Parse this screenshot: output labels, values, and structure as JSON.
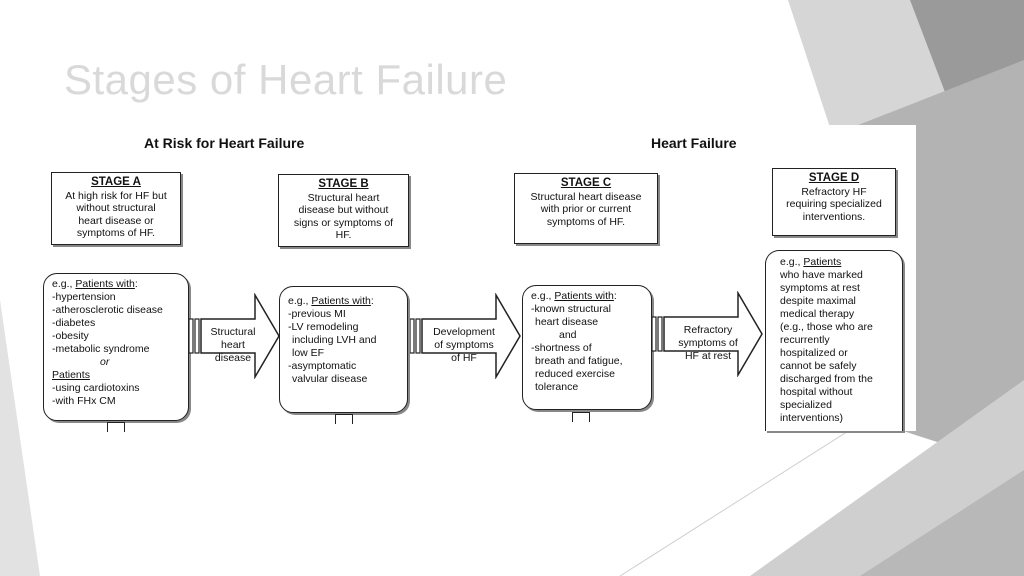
{
  "slide": {
    "title": "Stages of Heart Failure"
  },
  "headings": {
    "at_risk": "At Risk for Heart Failure",
    "heart_failure": "Heart Failure"
  },
  "stages": [
    {
      "name": "STAGE A",
      "lines": [
        "At high risk for HF but",
        "without structural",
        "heart disease or",
        "symptoms of HF."
      ]
    },
    {
      "name": "STAGE B",
      "lines": [
        "Structural heart",
        "disease but without",
        "signs or  symptoms of",
        "HF."
      ]
    },
    {
      "name": "STAGE C",
      "lines": [
        "Structural heart disease",
        "with prior or current",
        "symptoms of HF."
      ]
    },
    {
      "name": "STAGE D",
      "lines": [
        "Refractory HF",
        "requiring specialized",
        "interventions."
      ]
    }
  ],
  "details": [
    {
      "intro": "e.g., ",
      "heading": "Patients with",
      "heading_suffix": ":",
      "items": [
        "-hypertension",
        "-atherosclerotic disease",
        "-diabetes",
        "-obesity",
        "-metabolic syndrome"
      ],
      "or": "or",
      "heading2": "Patients",
      "items2": [
        "-using cardiotoxins",
        "-with FHx CM"
      ]
    },
    {
      "intro": "e.g., ",
      "heading": "Patients with",
      "heading_suffix": ":",
      "items": [
        "-previous MI",
        "-LV remodeling",
        "including LVH and",
        "low EF",
        "-asymptomatic",
        "valvular disease"
      ]
    },
    {
      "intro": "e.g., ",
      "heading": "Patients with",
      "heading_suffix": ":",
      "items": [
        "-known structural",
        "heart disease",
        "and",
        "-shortness of",
        "breath and fatigue,",
        "reduced exercise",
        "tolerance"
      ]
    },
    {
      "intro": "e.g., ",
      "heading": "Patients",
      "heading_suffix": "",
      "items": [
        "who have marked",
        "symptoms at rest",
        "despite maximal",
        "medical therapy",
        "(e.g., those who are",
        "recurrently",
        "hospitalized or",
        "cannot be safely",
        "discharged from the",
        "hospital without",
        "specialized",
        "interventions)"
      ]
    }
  ],
  "arrows": [
    {
      "lines": [
        "Structural",
        "heart",
        "disease"
      ]
    },
    {
      "lines": [
        "Development",
        "of symptoms",
        "of HF"
      ]
    },
    {
      "lines": [
        "Refractory",
        "symptoms of",
        "HF at rest"
      ]
    }
  ]
}
